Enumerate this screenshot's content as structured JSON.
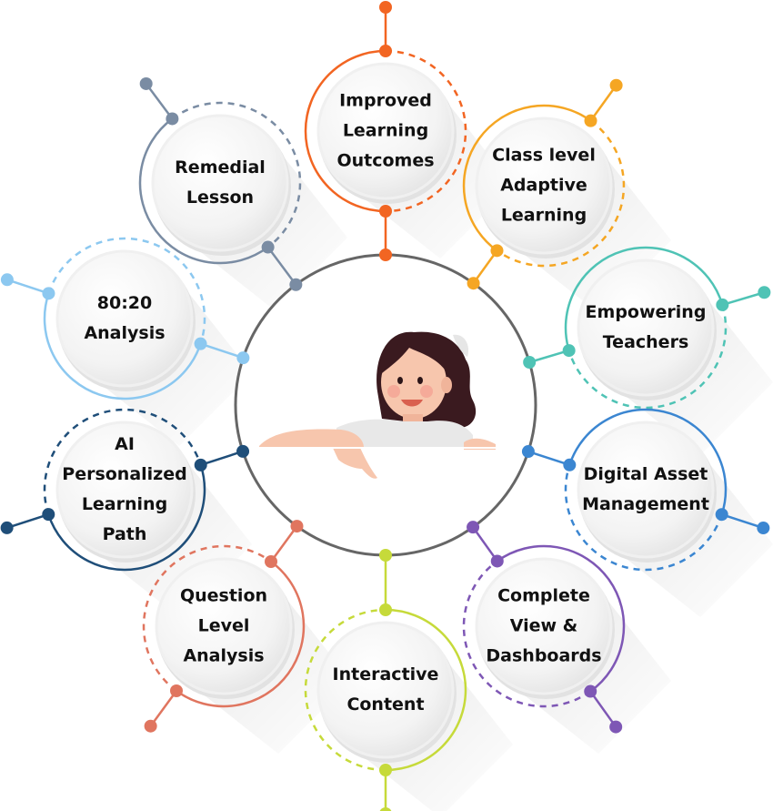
{
  "diagram": {
    "center": {
      "figure": "teacher-pointing-illustration",
      "ring_color": "#666666"
    },
    "nodes": [
      {
        "id": "improved-learning-outcomes",
        "lines": [
          "Improved",
          "Learning",
          "Outcomes"
        ],
        "color": "#F26522"
      },
      {
        "id": "class-level-adaptive-learning",
        "lines": [
          "Class level",
          "Adaptive",
          "Learning"
        ],
        "color": "#F5A623"
      },
      {
        "id": "empowering-teachers",
        "lines": [
          "Empowering",
          "Teachers"
        ],
        "color": "#4FC3B5"
      },
      {
        "id": "digital-asset-management",
        "lines": [
          "Digital Asset",
          "Management"
        ],
        "color": "#3B86D1"
      },
      {
        "id": "complete-view-dashboards",
        "lines": [
          "Complete",
          "View &",
          "Dashboards"
        ],
        "color": "#7E57B5"
      },
      {
        "id": "interactive-content",
        "lines": [
          "Interactive",
          "Content"
        ],
        "color": "#C6DA3A"
      },
      {
        "id": "question-level-analysis",
        "lines": [
          "Question",
          "Level",
          "Analysis"
        ],
        "color": "#E0755F"
      },
      {
        "id": "ai-personalized-learning-path",
        "lines": [
          "AI",
          "Personalized",
          "Learning",
          "Path"
        ],
        "color": "#1F4E79"
      },
      {
        "id": "80-20-analysis",
        "lines": [
          "80:20",
          "Analysis"
        ],
        "color": "#8CC8F0"
      },
      {
        "id": "remedial-lesson",
        "lines": [
          "Remedial",
          "Lesson"
        ],
        "color": "#7A8CA3"
      }
    ]
  }
}
